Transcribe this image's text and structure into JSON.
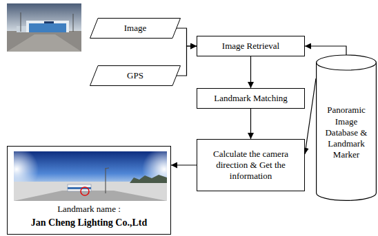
{
  "diagram": {
    "nodes": [
      {
        "text": [
          "Image"
        ]
      },
      {
        "text": [
          "GPS"
        ]
      },
      {
        "text": [
          "Image Retrieval"
        ]
      },
      {
        "text": [
          "Landmark Matching"
        ]
      },
      {
        "text": [
          "Panoramic Image Database & Landmark Marker"
        ]
      },
      {
        "text": [
          "Calculate the camera direction & Get the information"
        ]
      },
      {
        "text": [
          "Landmark name :",
          "Jan Cheng Lighting Co.,Ltd"
        ]
      }
    ],
    "edges": [
      {
        "from": 0,
        "to": 2,
        "arrow": "to"
      },
      {
        "from": 1,
        "to": 2,
        "arrow": "to"
      },
      {
        "from": 2,
        "to": 3,
        "arrow": "to"
      },
      {
        "from": 3,
        "to": 5,
        "arrow": "to"
      },
      {
        "from": 4,
        "to": 2,
        "arrow": "to"
      },
      {
        "from": 4,
        "to": 5,
        "arrow": "to"
      },
      {
        "from": 5,
        "to": 6,
        "arrow": "to"
      }
    ]
  }
}
